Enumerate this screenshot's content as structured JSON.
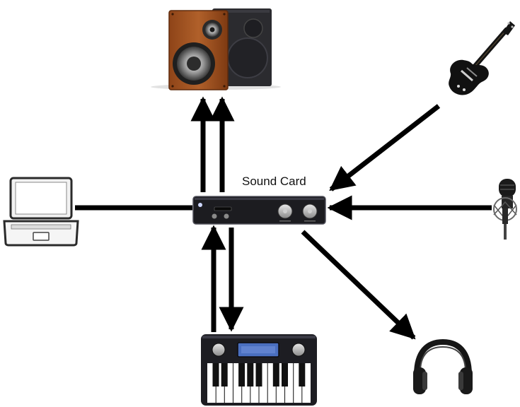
{
  "diagram": {
    "sound_card_label": "Sound Card",
    "nodes": [
      {
        "id": "speakers",
        "icon": "speaker-icon"
      },
      {
        "id": "guitar",
        "icon": "guitar-icon"
      },
      {
        "id": "laptop",
        "icon": "laptop-icon"
      },
      {
        "id": "sound-card",
        "icon": "sound-card-icon"
      },
      {
        "id": "microphone",
        "icon": "microphone-icon"
      },
      {
        "id": "keyboard",
        "icon": "midi-keyboard-icon"
      },
      {
        "id": "headphones",
        "icon": "headphones-icon"
      }
    ],
    "connections": [
      {
        "from": "sound-card",
        "to": "speakers",
        "arrow": "to"
      },
      {
        "from": "sound-card",
        "to": "speakers",
        "arrow": "to"
      },
      {
        "from": "guitar",
        "to": "sound-card",
        "arrow": "to"
      },
      {
        "from": "laptop",
        "to": "sound-card",
        "arrow": "none"
      },
      {
        "from": "microphone",
        "to": "sound-card",
        "arrow": "to"
      },
      {
        "from": "keyboard",
        "to": "sound-card",
        "arrow": "to"
      },
      {
        "from": "sound-card",
        "to": "keyboard",
        "arrow": "to"
      },
      {
        "from": "sound-card",
        "to": "headphones",
        "arrow": "to"
      }
    ],
    "colors": {
      "wire": "#000000",
      "speaker_wood": "#a0521f",
      "speaker_dark": "#2b2b2f",
      "device_body": "#1c1c20",
      "lcd": "#4a6fc0"
    }
  }
}
